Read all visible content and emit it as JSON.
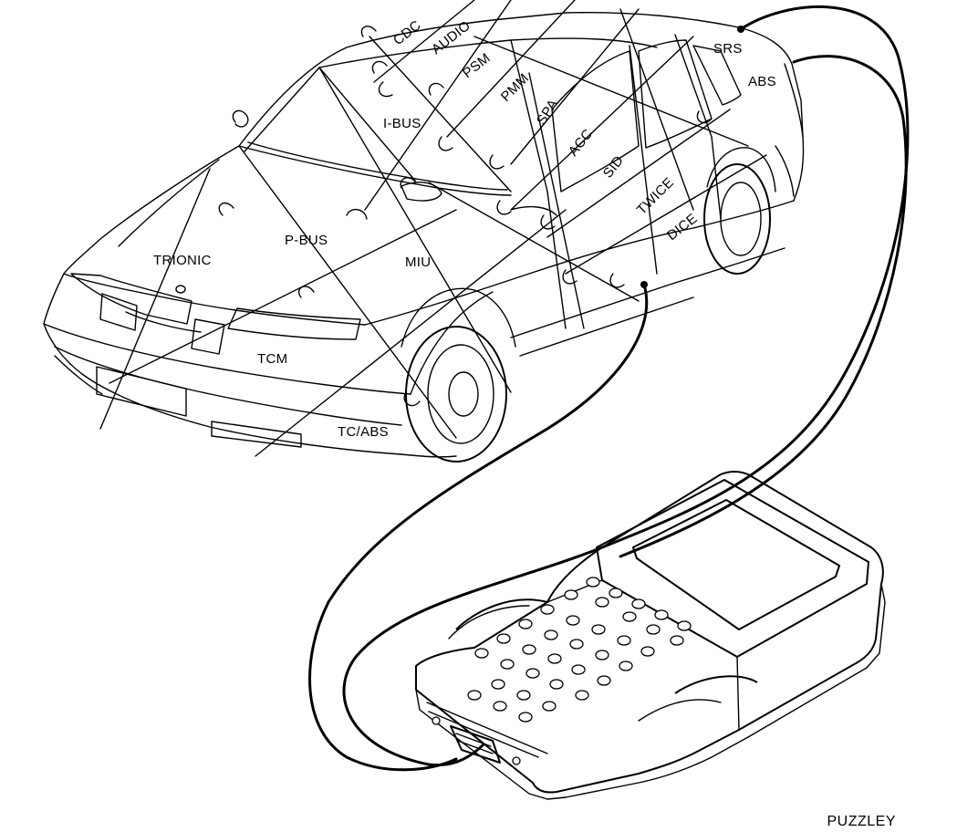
{
  "diagram": {
    "caption": "PUZZLEY",
    "modules": {
      "cdc": "CDC",
      "audio": "AUDIO",
      "psm": "PSM",
      "pmm": "PMM",
      "ibus": "I-BUS",
      "spa": "SPA",
      "acc": "ACC",
      "sid": "SID",
      "twice": "TWICE",
      "dice": "DICE",
      "srs": "SRS",
      "abs": "ABS",
      "trionic": "TRIONIC",
      "pbus": "P-BUS",
      "miu": "MIU",
      "tcm": "TCM",
      "tcabs": "TC/ABS"
    },
    "colors": {
      "ink": "#000000",
      "paper": "#ffffff"
    }
  }
}
